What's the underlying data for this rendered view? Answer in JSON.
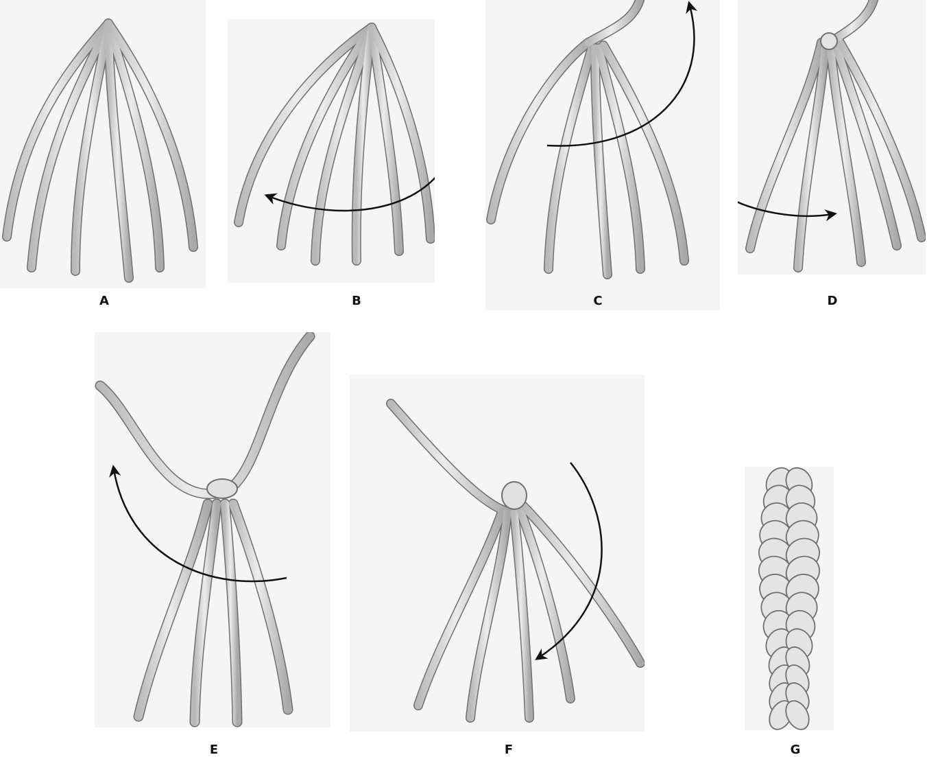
{
  "steps": [
    {
      "label": "A"
    },
    {
      "label": "B"
    },
    {
      "label": "C"
    },
    {
      "label": "D"
    },
    {
      "label": "E"
    },
    {
      "label": "F"
    },
    {
      "label": "G"
    }
  ],
  "colors": {
    "background_panel": "#f3f3f3",
    "strand_fill": "#d6d6d6",
    "strand_outline": "#6f6f6f",
    "arrow": "#111111"
  }
}
